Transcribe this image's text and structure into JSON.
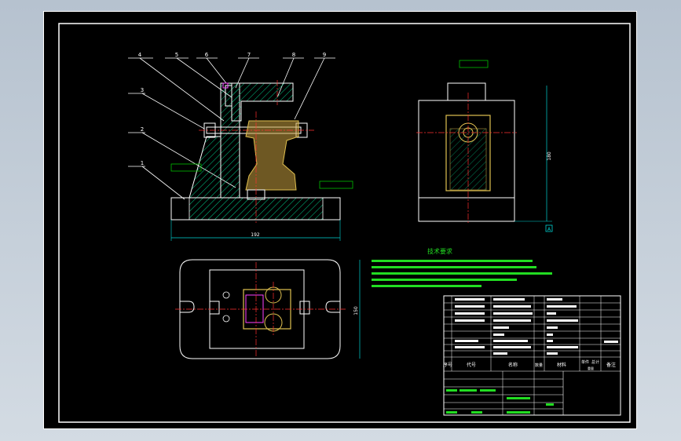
{
  "colors": {
    "frame": "#ffffff",
    "hatch": "#00cc88",
    "part_fill": "#c8a040",
    "part_line": "#e0c050",
    "center_line": "#ff3030",
    "dimension": "#00d4d4",
    "tolerance_box": "#00c000",
    "notes": "#22dd22",
    "highlight": "#ff40ff"
  },
  "front_view": {
    "part_numbers": [
      "4",
      "5",
      "6",
      "7",
      "8",
      "9",
      "3",
      "2",
      "1"
    ],
    "dim_width": "192"
  },
  "side_view": {
    "dim_height": "180",
    "datum_label": "A"
  },
  "top_view": {
    "dim_height": "150"
  },
  "technical_requirements": {
    "title": "技术要求"
  },
  "title_block": {
    "headers": [
      "序号",
      "代号",
      "名称",
      "数量",
      "材料",
      "单件",
      "总计",
      "备注"
    ],
    "sub_header": "重量"
  }
}
